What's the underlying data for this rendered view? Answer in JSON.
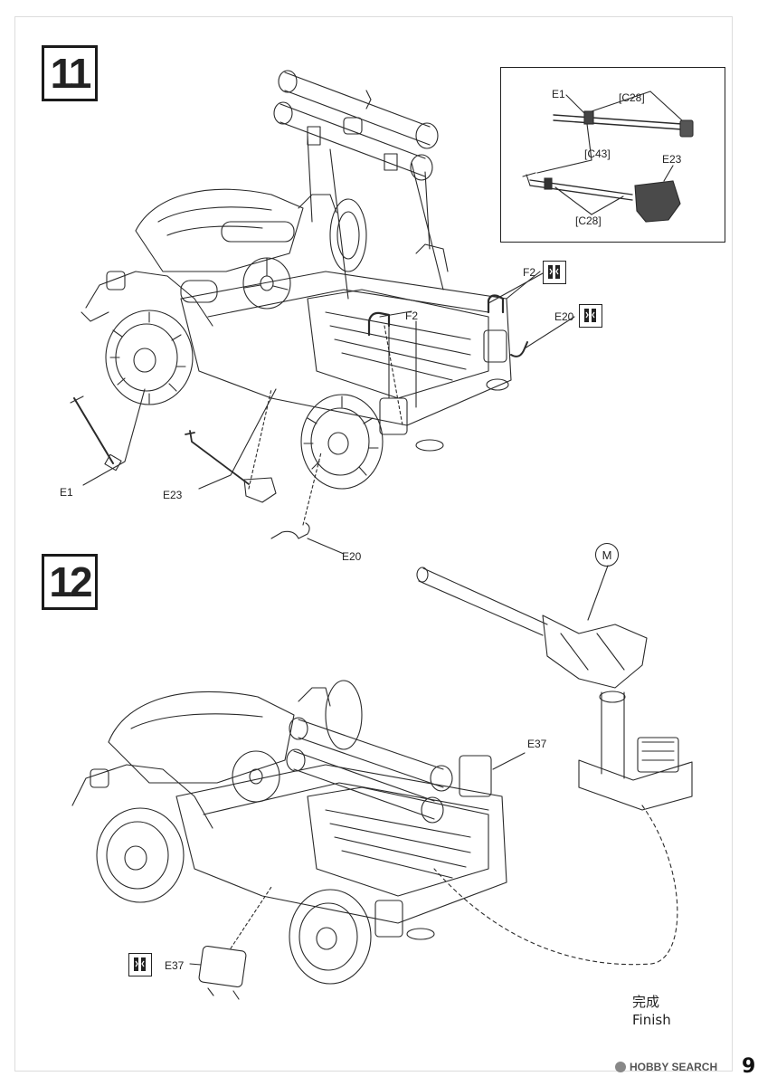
{
  "step11": {
    "number": "11",
    "labels": {
      "e1_inset": "E1",
      "c28_top": "[C28]",
      "c43": "[C43]",
      "e23_inset": "E23",
      "c28_bottom": "[C28]",
      "f2_a": "F2",
      "f2_b": "F2",
      "e20_a": "E20",
      "e1": "E1",
      "e23": "E23",
      "e20_b": "E20"
    }
  },
  "step12": {
    "number": "12",
    "labels": {
      "m": "M",
      "e37_a": "E37",
      "e37_b": "E37"
    }
  },
  "finish": {
    "jp": "完成",
    "en": "Finish"
  },
  "page_number": "9",
  "watermark": "HOBBY SEARCH",
  "icons": {
    "glue": "cement-glue-icon"
  }
}
